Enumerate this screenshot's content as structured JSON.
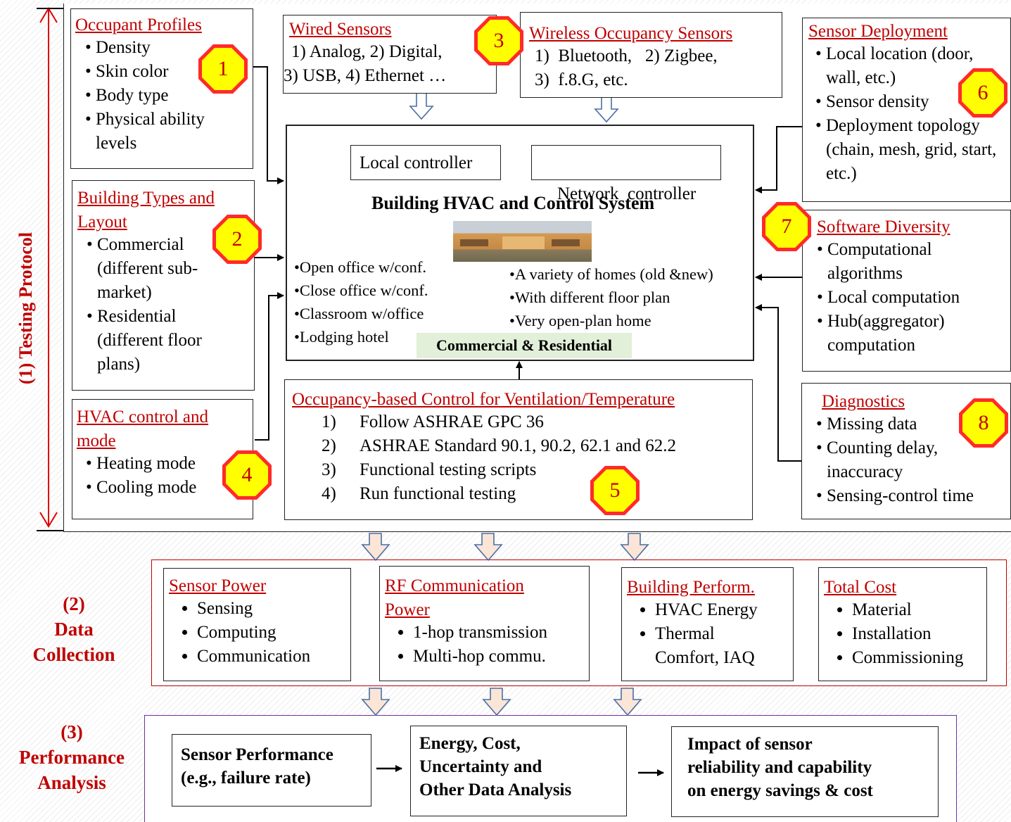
{
  "sections": {
    "testing": "(1) Testing Protocol",
    "data_collection": [
      "(2)",
      "Data",
      "Collection"
    ],
    "performance": [
      "(3)",
      "Performance",
      "Analysis"
    ]
  },
  "badges": [
    "1",
    "2",
    "3",
    "4",
    "5",
    "6",
    "7",
    "8"
  ],
  "occupant_profiles": {
    "title": "Occupant Profiles",
    "items": [
      "Density",
      "Skin color",
      "Body type",
      "Physical ability levels"
    ]
  },
  "building_types": {
    "title": [
      "Building Types and",
      "Layout"
    ],
    "items": [
      "Commercial (different sub-market)",
      "Residential (different floor plans)"
    ]
  },
  "hvac_mode": {
    "title": [
      "HVAC control and",
      "mode"
    ],
    "items": [
      "Heating mode",
      "Cooling mode"
    ]
  },
  "wired_sensors": {
    "title": "Wired Sensors",
    "lines": [
      "1) Analog, 2) Digital,",
      "3) USB, 4) Ethernet …"
    ]
  },
  "wireless_sensors": {
    "title": "Wireless Occupancy Sensors",
    "lines": [
      "1)  Bluetooth,   2) Zigbee,",
      "3)  f.8.G, etc."
    ]
  },
  "sensor_deployment": {
    "title": "Sensor Deployment",
    "items": [
      "Local location (door, wall, etc.)",
      "Sensor density",
      "Deployment topology (chain, mesh, grid, start, etc.)"
    ]
  },
  "software_diversity": {
    "title": "Software Diversity",
    "items": [
      "Computational algorithms",
      "Local computation",
      "Hub(aggregator) computation"
    ]
  },
  "diagnostics": {
    "title": "Diagnostics",
    "items": [
      "Missing data",
      "Counting delay, inaccuracy",
      "Sensing-control time"
    ]
  },
  "center": {
    "local_controller": "Local controller",
    "network_controller": "Network  controller",
    "system_title": "Building HVAC and Control System",
    "commercial": [
      "Open office w/conf.",
      "Close office w/conf.",
      "Classroom w/office",
      "Lodging hotel"
    ],
    "residential": [
      "A variety of homes (old &new)",
      "With different floor plan",
      "Very open-plan home"
    ],
    "label": "Commercial & Residential"
  },
  "occupancy_control": {
    "title": "Occupancy-based Control for Ventilation/Temperature",
    "items": [
      {
        "num": "1)",
        "text": "Follow ASHRAE GPC 36"
      },
      {
        "num": "2)",
        "text": "ASHRAE Standard 90.1, 90.2, 62.1 and 62.2"
      },
      {
        "num": "3)",
        "text": "Functional testing scripts"
      },
      {
        "num": "4)",
        "text": "Run functional testing"
      }
    ]
  },
  "data_collection": {
    "sensor_power": {
      "title": "Sensor Power",
      "items": [
        "Sensing",
        "Computing",
        "Communication"
      ]
    },
    "rf_power": {
      "title": [
        "RF Communication",
        "Power"
      ],
      "items": [
        "1-hop transmission",
        "Multi-hop commu."
      ]
    },
    "building_perf": {
      "title": "Building Perform.",
      "items": [
        "HVAC Energy",
        "Thermal Comfort, IAQ"
      ]
    },
    "total_cost": {
      "title": "Total Cost",
      "items": [
        "Material",
        "Installation",
        "Commissioning"
      ]
    }
  },
  "analysis": {
    "sensor_perf": [
      "Sensor Performance",
      "(e.g., failure rate)"
    ],
    "energy_cost": [
      "Energy, Cost,",
      "Uncertainty and",
      "Other Data Analysis"
    ],
    "impact": [
      "Impact of sensor",
      "reliability and capability",
      "on energy savings & cost"
    ]
  },
  "colors": {
    "accent_red": "#c00000",
    "badge_red": "#ff2a2a",
    "badge_yellow": "#ffff00",
    "arrow_fill": "#fbe5d6",
    "arrow_stroke": "#4a6fa5",
    "label_bg": "#e2efd9",
    "purple": "#7030a0"
  }
}
